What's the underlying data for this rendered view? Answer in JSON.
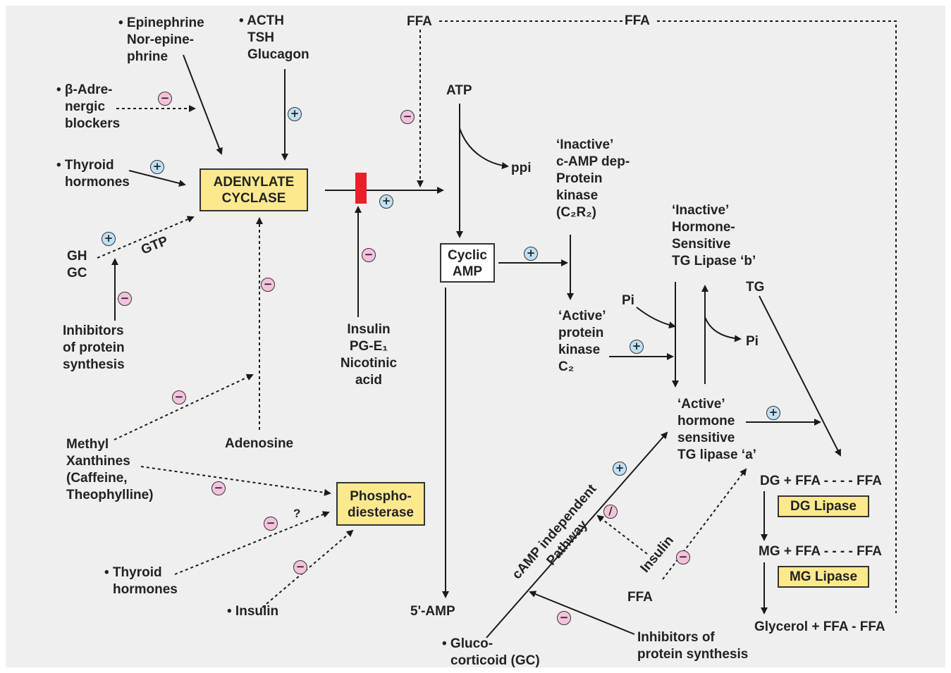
{
  "labels": {
    "epinephrine": [
      "• Epinephrine",
      "Nor-epine-",
      "phrine"
    ],
    "acth": [
      "• ACTH",
      "TSH",
      "Glucagon"
    ],
    "ffa_top_left": "FFA",
    "ffa_top_right": "FFA",
    "beta_blockers": [
      "• β-Adre-",
      "nergic",
      "blockers"
    ],
    "atp": "ATP",
    "ppi": "ppi",
    "thyroid_top": [
      "• Thyroid",
      "hormones"
    ],
    "inactive_pk": [
      "‘Inactive’",
      "c-AMP dep-",
      "Protein",
      "kinase",
      "(C₂R₂)"
    ],
    "inactive_lipase": [
      "‘Inactive’",
      "Hormone-",
      "Sensitive",
      "TG Lipase ‘b’"
    ],
    "gh_gc": [
      "GH",
      "GC"
    ],
    "gtp": "GTP",
    "tg": "TG",
    "pi_top": "Pi",
    "pi_right": "Pi",
    "active_pk": [
      "‘Active’",
      "protein",
      "kinase",
      "C₂"
    ],
    "inhibitors_protein_left": [
      "Inhibitors",
      "of protein",
      "synthesis"
    ],
    "insulin_pg": [
      "Insulin",
      "PG-E₁",
      "Nicotinic",
      "acid"
    ],
    "active_lipase": [
      "‘Active’",
      "hormone",
      "sensitive",
      "TG lipase ‘a’"
    ],
    "methyl": [
      "Methyl",
      "Xanthines",
      "(Caffeine,",
      "Theophylline)"
    ],
    "adenosine": "Adenosine",
    "dg_ffa": "DG + FFA - - - - FFA",
    "mg_ffa": "MG + FFA - - - - FFA",
    "glycerol": "Glycerol + FFA - FFA",
    "question": "?",
    "thyroid_bottom": [
      "• Thyroid",
      "hormones"
    ],
    "insulin_bottom": "• Insulin",
    "five_amp": "5'-AMP",
    "glucocorticoid": [
      "• Gluco-",
      "corticoid (GC)"
    ],
    "inhibitors_protein_right": [
      "Inhibitors of",
      "protein synthesis"
    ],
    "camp_pathway": [
      "cAMP independent",
      "Pathway"
    ],
    "insulin_diag": "Insulin",
    "ffa_bottom": "FFA"
  },
  "boxes": {
    "adenylate_cyclase": [
      "ADENYLATE",
      "CYCLASE"
    ],
    "cyclic_amp": [
      "Cyclic",
      "AMP"
    ],
    "phosphodiesterase": [
      "Phospho-",
      "diesterase"
    ],
    "dg_lipase": "DG Lipase",
    "mg_lipase": "MG Lipase"
  },
  "signs": {
    "plus": "+",
    "minus": "−",
    "slash": "/"
  },
  "colors": {
    "enzyme_box": "#fde98d",
    "stimulate": "#bfe0f5",
    "inhibit": "#f5c2dd",
    "block_bar": "#e8202a",
    "panel": "#efefef"
  }
}
